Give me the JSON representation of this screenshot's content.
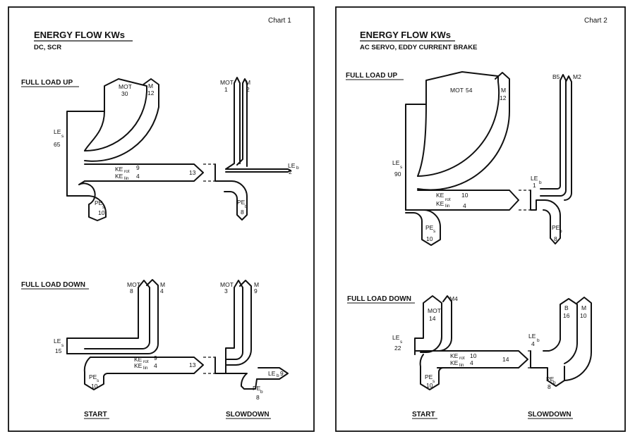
{
  "chart1": {
    "tag": "Chart 1",
    "title": "ENERGY FLOW KWs",
    "subtitle": "DC, SCR",
    "full_load_up": {
      "label": "FULL LOAD UP",
      "mot": "MOT",
      "mot_val": "30",
      "m": "M",
      "m_val": "12",
      "les": "LE",
      "les_sub": "s",
      "les_val": "65",
      "ke_rot": "KE",
      "ke_rot_sub": "rot",
      "ke_rot_val": "9",
      "ke_lin": "KE",
      "ke_lin_sub": "lin",
      "ke_lin_val": "4",
      "ke_total": "13",
      "pes": "PE",
      "pes_sub": "s",
      "pes_val": "10",
      "sd_mot": "MOT",
      "sd_mot_val": "1",
      "sd_m": "M",
      "sd_m_val": "2",
      "leb": "LE",
      "leb_sub": "b",
      "leb_val": "2",
      "peb": "PE",
      "peb_sub": "b",
      "peb_val": "8"
    },
    "full_load_down": {
      "label": "FULL LOAD DOWN",
      "mot": "MOT",
      "mot_val": "8",
      "m": "M",
      "m_val": "4",
      "les": "LE",
      "les_sub": "s",
      "les_val": "15",
      "ke_rot": "KE",
      "ke_rot_sub": "rot",
      "ke_rot_val": "9",
      "ke_lin": "KE",
      "ke_lin_sub": "lin",
      "ke_lin_val": "4",
      "ke_total": "13",
      "pes": "PE",
      "pes_sub": "s",
      "pes_val": "10",
      "sd_mot": "MOT",
      "sd_mot_val": "3",
      "sd_m": "M",
      "sd_m_val": "9",
      "leb": "LE",
      "leb_sub": "b",
      "leb_val": "9",
      "peb": "PE",
      "peb_sub": "b",
      "peb_val": "8"
    },
    "start": "START",
    "slowdown": "SLOWDOWN"
  },
  "chart2": {
    "tag": "Chart 2",
    "title": "ENERGY FLOW KWs",
    "subtitle": "AC SERVO, EDDY CURRENT BRAKE",
    "full_load_up": {
      "label": "FULL LOAD UP",
      "mot": "MOT",
      "mot_val": "54",
      "m": "M",
      "m_val": "12",
      "les": "LE",
      "les_sub": "s",
      "les_val": "90",
      "ke_rot": "KE",
      "ke_rot_sub": "rot",
      "ke_rot_val": "10",
      "ke_lin": "KE",
      "ke_lin_sub": "lin",
      "ke_lin_val": "4",
      "pes": "PE",
      "pes_sub": "s",
      "pes_val": "10",
      "b5": "B5",
      "m2": "M2",
      "leb": "LE",
      "leb_sub": "b",
      "leb_val": "1",
      "peb": "PE",
      "peb_sub": "b",
      "peb_val": "8"
    },
    "full_load_down": {
      "label": "FULL LOAD DOWN",
      "mot": "MOT",
      "mot_val": "14",
      "m4": "M4",
      "les": "LE",
      "les_sub": "s",
      "les_val": "22",
      "ke_rot": "KE",
      "ke_rot_sub": "rot",
      "ke_rot_val": "10",
      "ke_lin": "KE",
      "ke_lin_sub": "lin",
      "ke_lin_val": "4",
      "ke_total": "14",
      "pes": "PE",
      "pes_sub": "s",
      "pes_val": "10",
      "leb": "LE",
      "leb_sub": "b",
      "leb_val": "4",
      "b": "B",
      "b_val": "16",
      "m": "M",
      "m_val": "10",
      "peb": "PE",
      "peb_sub": "b",
      "peb_val": "8"
    },
    "start": "START",
    "slowdown": "SLOWDOWN"
  }
}
